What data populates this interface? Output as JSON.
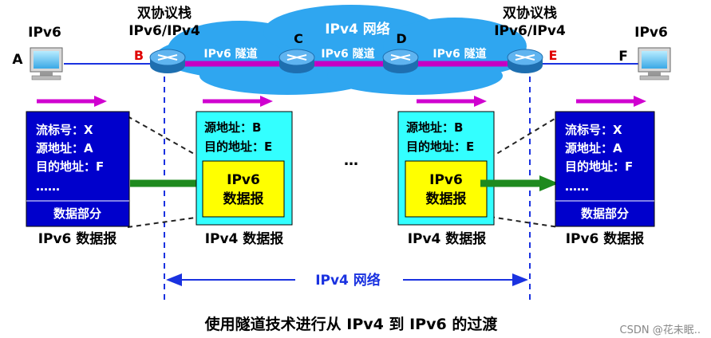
{
  "hosts": {
    "a": {
      "label": "A",
      "type": "IPv6"
    },
    "f": {
      "label": "F",
      "type": "IPv6"
    }
  },
  "routers": {
    "b": {
      "label": "B",
      "stack_title": "双协议栈",
      "stack_sub": "IPv6/IPv4"
    },
    "c": {
      "label": "C"
    },
    "d": {
      "label": "D"
    },
    "e": {
      "label": "E",
      "stack_title": "双协议栈",
      "stack_sub": "IPv6/IPv4"
    }
  },
  "cloud_label": "IPv4 网络",
  "tunnel_label": "IPv6 隧道",
  "ipv6_packet": {
    "fields": [
      "流标号：X",
      "源地址：A",
      "目的地址：F",
      "……"
    ],
    "data_part": "数据部分",
    "caption": "IPv6 数据报"
  },
  "ipv4_packet": {
    "fields": [
      "源地址：B",
      "目的地址：E"
    ],
    "payload_line1": "IPv6",
    "payload_line2": "数据报",
    "caption": "IPv4 数据报"
  },
  "ellipsis": "…",
  "span_label": "IPv4 网络",
  "title": "使用隧道技术进行从 IPv4 到 IPv6 的过渡",
  "watermark": "CSDN @花未眠.."
}
